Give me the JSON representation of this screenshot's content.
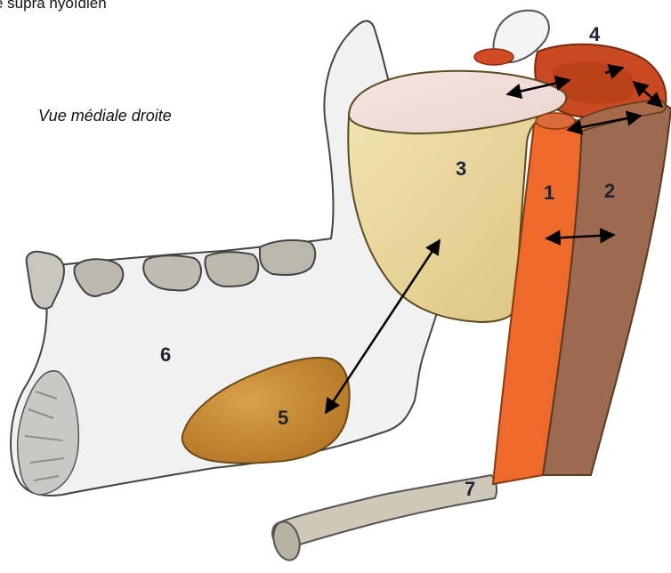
{
  "title": "e supra hyoïdien",
  "subtitle": "Vue médiale droite",
  "labels": [
    "1",
    "2",
    "3",
    "4",
    "5",
    "6",
    "7"
  ],
  "colors": {
    "mandible": "#f1f1f1",
    "cup": "#ead9a2",
    "muscle_1": "#ee6a2c",
    "muscle_2": "#9b6a50",
    "muscle_4": "#c94a22",
    "gland_5": "#c98e35",
    "bone_7": "#cfc8b8",
    "arrows": "#000000"
  }
}
